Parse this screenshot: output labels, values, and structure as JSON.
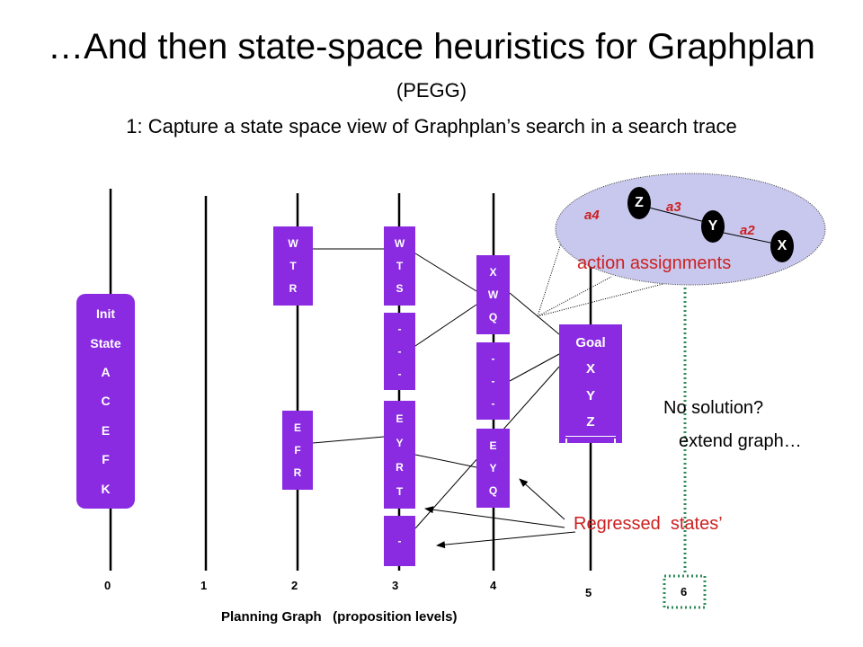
{
  "title": "…And then state-space heuristics for Graphplan",
  "subtitle": "(PEGG)",
  "step": "1: Capture a state space view of Graphplan’s search in a search trace",
  "init_state": [
    "Init",
    "State",
    "A",
    "C",
    "E",
    "F",
    "K"
  ],
  "goal": [
    "Goal",
    "X",
    "Y",
    "Z"
  ],
  "boxes": {
    "l2_top": [
      "W",
      "T",
      "R"
    ],
    "l2_bottom": [
      "E",
      "F",
      "R"
    ],
    "l3_top": [
      "W",
      "T",
      "S"
    ],
    "l3_mid": [
      "-",
      "-",
      "-"
    ],
    "l3_bottom": [
      "E",
      "Y",
      "R",
      "T"
    ],
    "l3_last": [
      "-"
    ],
    "l4_top": [
      "X",
      "W",
      "Q"
    ],
    "l4_mid": [
      "-",
      "-",
      "-"
    ],
    "l4_bottom": [
      "E",
      "Y",
      "Q"
    ]
  },
  "levels": [
    "0",
    "1",
    "2",
    "3",
    "4",
    "5",
    "6"
  ],
  "bottom_label": "Planning Graph   (proposition levels)",
  "regressed_label": "Regressed  states’",
  "no_solution": "No solution?",
  "extend_graph": "extend graph…",
  "action_assignments": "action assignments",
  "nodes": [
    "Z",
    "Y",
    "X"
  ],
  "actions": [
    "a4",
    "a3",
    "a2"
  ],
  "colors": {
    "box": "#8a2be2",
    "red": "#cc2020",
    "ellipse": "#c8c8ee",
    "dotted_green": "#2e8b57"
  }
}
